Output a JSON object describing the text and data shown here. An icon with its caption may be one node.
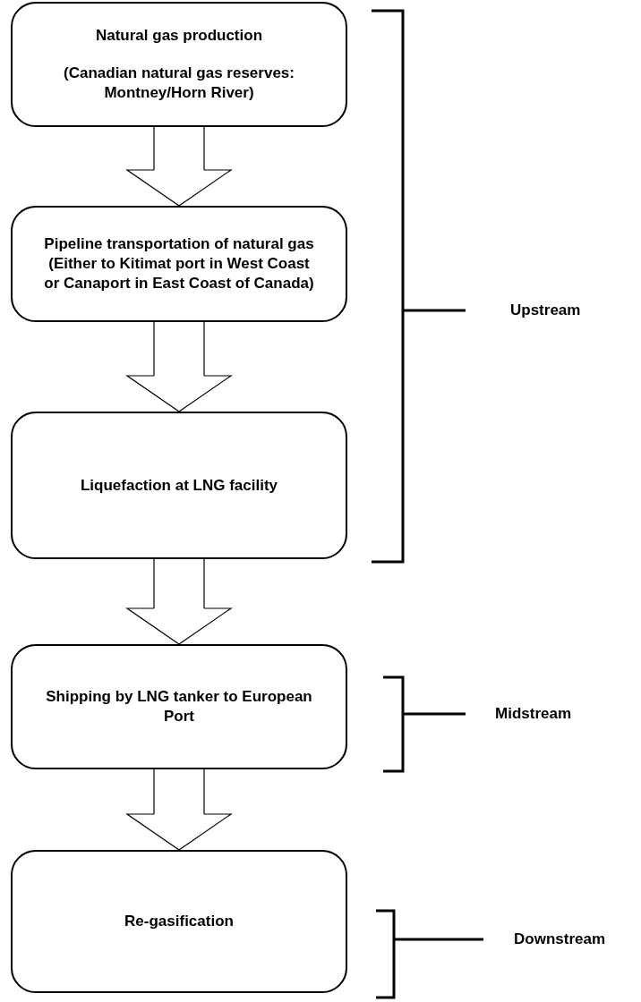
{
  "diagram": {
    "nodes": [
      {
        "text": [
          "Natural gas production",
          "(Canadian natural gas reserves: Montney/Horn River)"
        ]
      },
      {
        "text": [
          "Pipeline transportation of natural gas (Either to  Kitimat port in West Coast or Canaport in East Coast of Canada)"
        ]
      },
      {
        "text": [
          "Liquefaction at LNG facility"
        ]
      },
      {
        "text": [
          "Shipping by LNG tanker to European Port"
        ]
      },
      {
        "text": [
          "Re-gasification"
        ]
      }
    ],
    "edges": [
      {
        "from": 0,
        "to": 1,
        "arrow": "to"
      },
      {
        "from": 1,
        "to": 2,
        "arrow": "to"
      },
      {
        "from": 2,
        "to": 3,
        "arrow": "to"
      },
      {
        "from": 3,
        "to": 4,
        "arrow": "to"
      }
    ],
    "labels": [
      "Upstream",
      "Midstream",
      "Downstream"
    ]
  }
}
